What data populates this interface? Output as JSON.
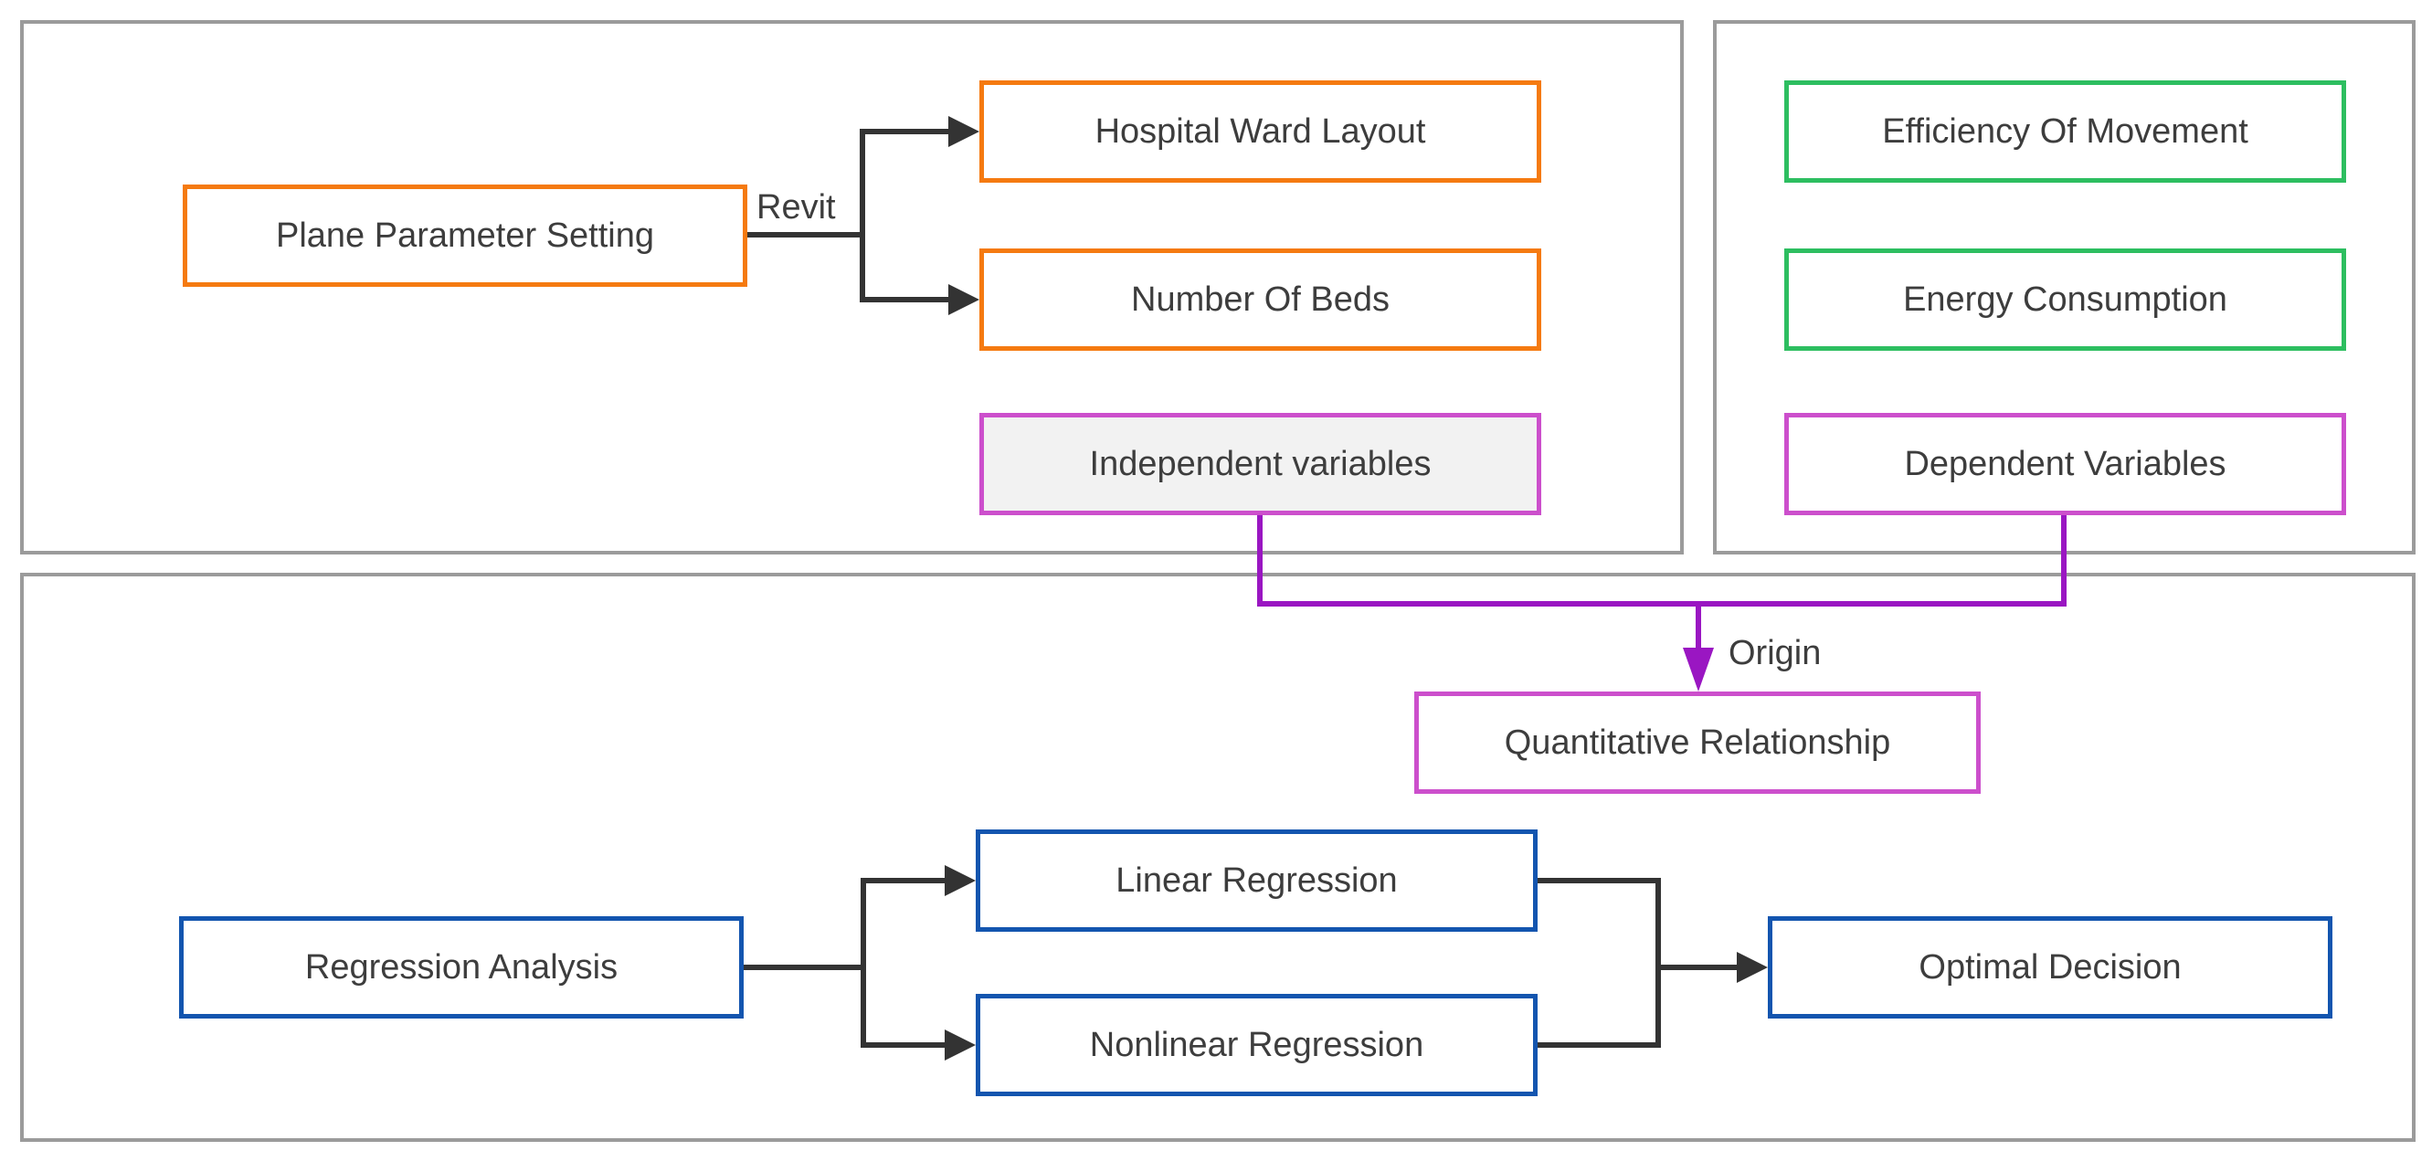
{
  "colors": {
    "panel_border": "#9B9B9B",
    "orange": "#F57A10",
    "green": "#2DBE60",
    "magenta": "#CC4FCC",
    "purple": "#9A16C2",
    "blue": "#1355AF",
    "black": "#333333",
    "text": "#3D3D3D",
    "light_fill": "#F2F2F2",
    "white": "#FFFFFF"
  },
  "boxes": {
    "plane_parameter_setting": {
      "label": "Plane Parameter Setting",
      "border": "orange",
      "fill": "white"
    },
    "hospital_ward_layout": {
      "label": "Hospital Ward Layout",
      "border": "orange",
      "fill": "white"
    },
    "number_of_beds": {
      "label": "Number Of Beds",
      "border": "orange",
      "fill": "white"
    },
    "independent_variables": {
      "label": "Independent variables",
      "border": "magenta",
      "fill": "light_fill"
    },
    "efficiency_of_movement": {
      "label": "Efficiency Of Movement",
      "border": "green",
      "fill": "white"
    },
    "energy_consumption": {
      "label": "Energy Consumption",
      "border": "green",
      "fill": "white"
    },
    "dependent_variables": {
      "label": "Dependent Variables",
      "border": "magenta",
      "fill": "white"
    },
    "quantitative_relationship": {
      "label": "Quantitative Relationship",
      "border": "magenta",
      "fill": "white"
    },
    "regression_analysis": {
      "label": "Regression Analysis",
      "border": "blue",
      "fill": "white"
    },
    "linear_regression": {
      "label": "Linear Regression",
      "border": "blue",
      "fill": "white"
    },
    "nonlinear_regression": {
      "label": "Nonlinear Regression",
      "border": "blue",
      "fill": "white"
    },
    "optimal_decision": {
      "label": "Optimal Decision",
      "border": "blue",
      "fill": "white"
    }
  },
  "edge_labels": {
    "revit": "Revit",
    "origin": "Origin"
  }
}
